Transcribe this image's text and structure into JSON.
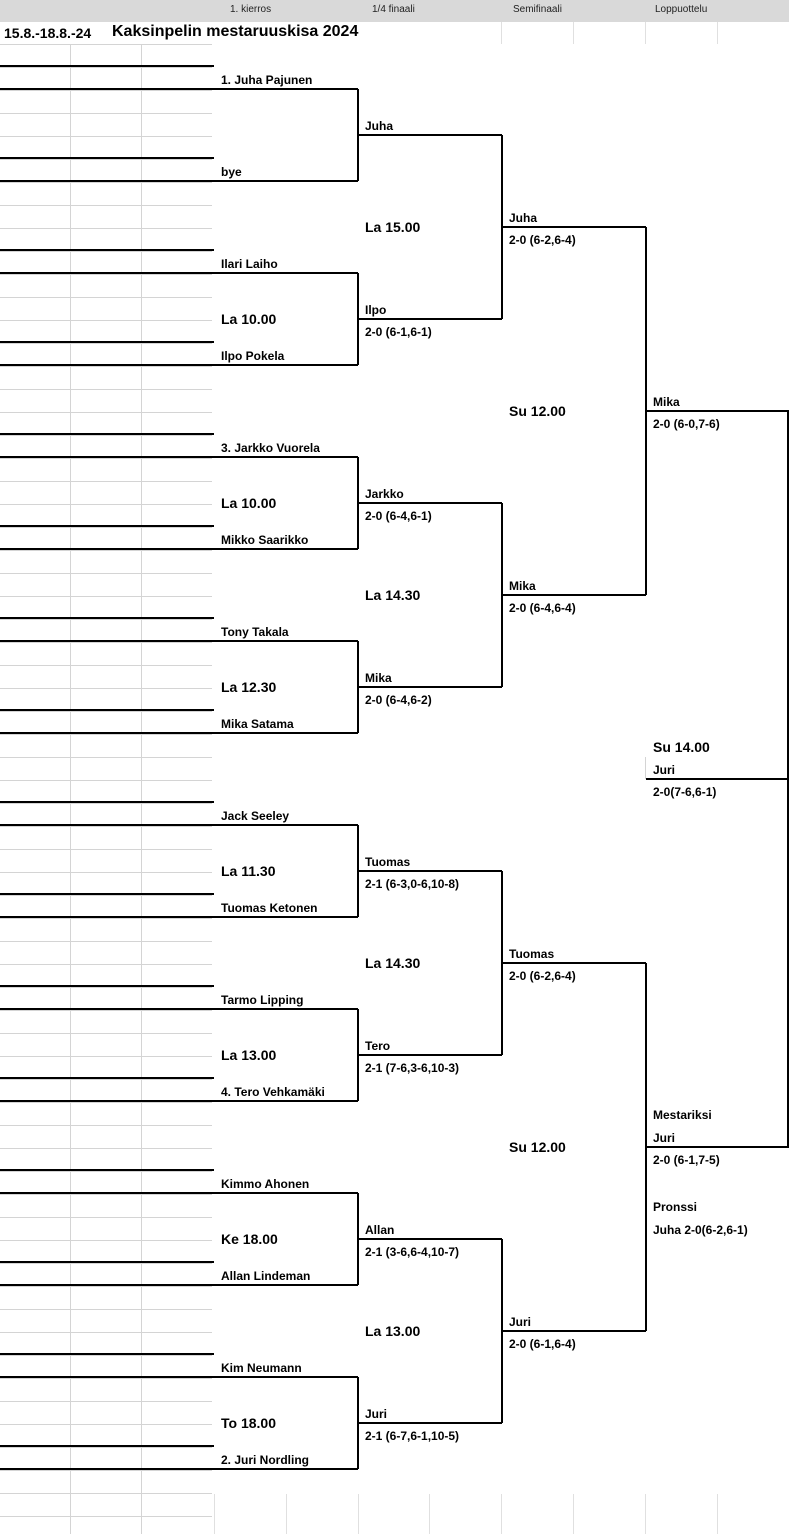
{
  "header": {
    "dates": "15.8.-18.8.-24",
    "title": "Kaksinpelin mestaruuskisa 2024",
    "columns": [
      "1. kierros",
      "1/4 finaali",
      "Semifinaali",
      "Loppuottelu"
    ]
  },
  "round1": [
    {
      "p1": "1. Juha Pajunen",
      "p2": "bye",
      "time": ""
    },
    {
      "p1": "Ilari Laiho",
      "p2": "Ilpo Pokela",
      "time": "La 10.00"
    },
    {
      "p1": "3. Jarkko Vuorela",
      "p2": "Mikko Saarikko",
      "time": "La 10.00"
    },
    {
      "p1": "Tony Takala",
      "p2": "Mika Satama",
      "time": "La 12.30"
    },
    {
      "p1": "Jack Seeley",
      "p2": "Tuomas Ketonen",
      "time": "La 11.30"
    },
    {
      "p1": "Tarmo Lipping",
      "p2": "4. Tero Vehkamäki",
      "time": "La 13.00"
    },
    {
      "p1": "Kimmo Ahonen",
      "p2": "Allan Lindeman",
      "time": "Ke 18.00"
    },
    {
      "p1": "Kim Neumann",
      "p2": "2. Juri Nordling",
      "time": "To 18.00"
    }
  ],
  "quarterfinals": [
    {
      "winner": "Juha",
      "score": ""
    },
    {
      "winner": "Ilpo",
      "score": "2-0 (6-1,6-1)"
    },
    {
      "winner": "Jarkko",
      "score": "2-0 (6-4,6-1)"
    },
    {
      "winner": "Mika",
      "score": "2-0 (6-4,6-2)"
    },
    {
      "winner": "Tuomas",
      "score": "2-1 (6-3,0-6,10-8)"
    },
    {
      "winner": "Tero",
      "score": "2-1 (7-6,3-6,10-3)"
    },
    {
      "winner": "Allan",
      "score": "2-1 (3-6,6-4,10-7)"
    },
    {
      "winner": "Juri",
      "score": "2-1 (6-7,6-1,10-5)"
    }
  ],
  "qf_times": [
    "La 15.00",
    "La 14.30",
    "La 14.30",
    "La 13.00"
  ],
  "semifinals": [
    {
      "winner": "Juha",
      "score": "2-0 (6-2,6-4)"
    },
    {
      "winner": "Mika",
      "score": "2-0 (6-4,6-4)"
    },
    {
      "winner": "Tuomas",
      "score": "2-0 (6-2,6-4)"
    },
    {
      "winner": "Juri",
      "score": "2-0 (6-1,6-4)"
    }
  ],
  "sf_times": [
    "Su 12.00",
    "Su 12.00"
  ],
  "finals": [
    {
      "winner": "Mika",
      "score": "2-0 (6-0,7-6)"
    },
    {
      "winner": "Juri",
      "score": "2-0(7-6,6-1)"
    }
  ],
  "final_time": "Su 14.00",
  "champion": {
    "label": "Mestariksi",
    "winner": "Juri",
    "score": "2-0 (6-1,7-5)"
  },
  "bronze": {
    "label": "Pronssi",
    "result": "Juha 2-0(6-2,6-1)"
  }
}
